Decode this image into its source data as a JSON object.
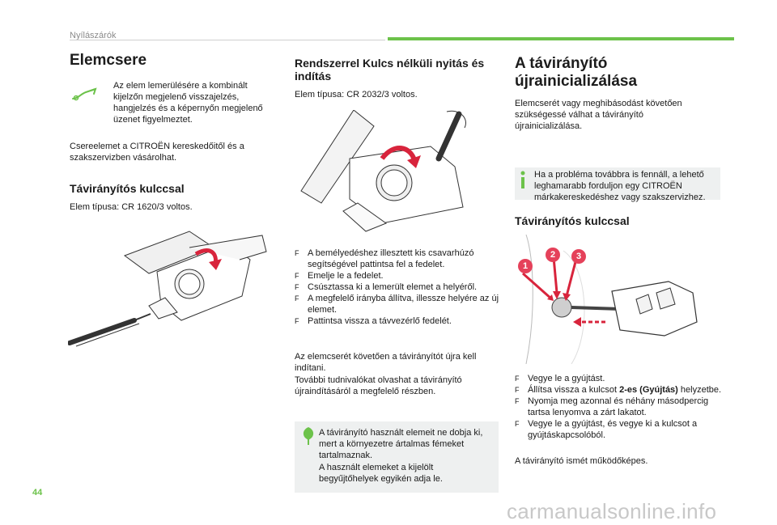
{
  "header": {
    "section": "Nyílászárók"
  },
  "col1": {
    "title": "Elemcsere",
    "battery_note": "Az elem lemerülésére a kombinált kijelzőn megjelenő visszajelzés, hangjelzés és a képernyőn megjelenő üzenet figyelmeztet.",
    "replacement_text": "Csereelemet a CITROËN kereskedőitől és a szakszervizben vásárolhat.",
    "remote_title": "Távirányítós kulccsal",
    "remote_battery": "Elem típusa: CR 1620/3 voltos."
  },
  "col2": {
    "title": "Rendszerrel Kulcs nélküli nyitás és indítás",
    "battery_type": "Elem típusa: CR 2032/3 voltos.",
    "bullet_mark": "F",
    "steps": [
      "A bemélyedéshez illesztett kis csavarhúzó segítségével pattintsa fel a fedelet.",
      "Emelje le a fedelet.",
      "Csúsztassa ki a lemerült elemet a helyéről.",
      "A megfelelő irányba állítva, illessze helyére az új elemet.",
      "Pattintsa vissza a távvezérlő fedelét."
    ],
    "after_text_1": "Az elemcserét követően a távirányítót újra kell indítani.",
    "after_text_2": "További tudnivalókat olvashat a távirányító újraindításáról a megfelelő részben.",
    "env_note_1": "A távirányító használt elemeit ne dobja ki, mert a környezetre ártalmas fémeket tartalmaznak.",
    "env_note_2": "A használt elemeket a kijelölt begyűjtőhelyek egyikén adja le."
  },
  "col3": {
    "title": "A távirányító újrainicializálása",
    "intro": "Elemcserét vagy meghibásodást követően szükségessé válhat a távirányító újrainicializálása.",
    "info_note": "Ha a probléma továbbra is fennáll, a lehető leghamarabb forduljon egy CITROËN márkakereskedéshez vagy szakszervizhez.",
    "remote_title": "Távirányítós kulccsal",
    "figure_labels": [
      "1",
      "2",
      "3"
    ],
    "bullet_mark": "F",
    "step1": "Vegye le a gyújtást.",
    "step2_pre": "Állítsa vissza a kulcsot ",
    "step2_bold": "2-es (Gyújtás)",
    "step2_post": " helyzetbe.",
    "step3": "Nyomja meg azonnal és néhány másodpercig tartsa lenyomva a zárt lakatot.",
    "step4": "Vegye le a gyújtást, és vegye ki a kulcsot a gyújtáskapcsolóból.",
    "result": "A távirányító ismét működőképes."
  },
  "footer": {
    "page_number": "44",
    "watermark": "carmanualsonline.info"
  },
  "colors": {
    "accent_green": "#6cc24a",
    "badge_red": "#e5415a",
    "arrow_red": "#d8243c",
    "note_bg": "#eef0f0"
  },
  "icons": [
    "battery-warning-icon",
    "recycle-leaf-icon",
    "info-icon"
  ]
}
